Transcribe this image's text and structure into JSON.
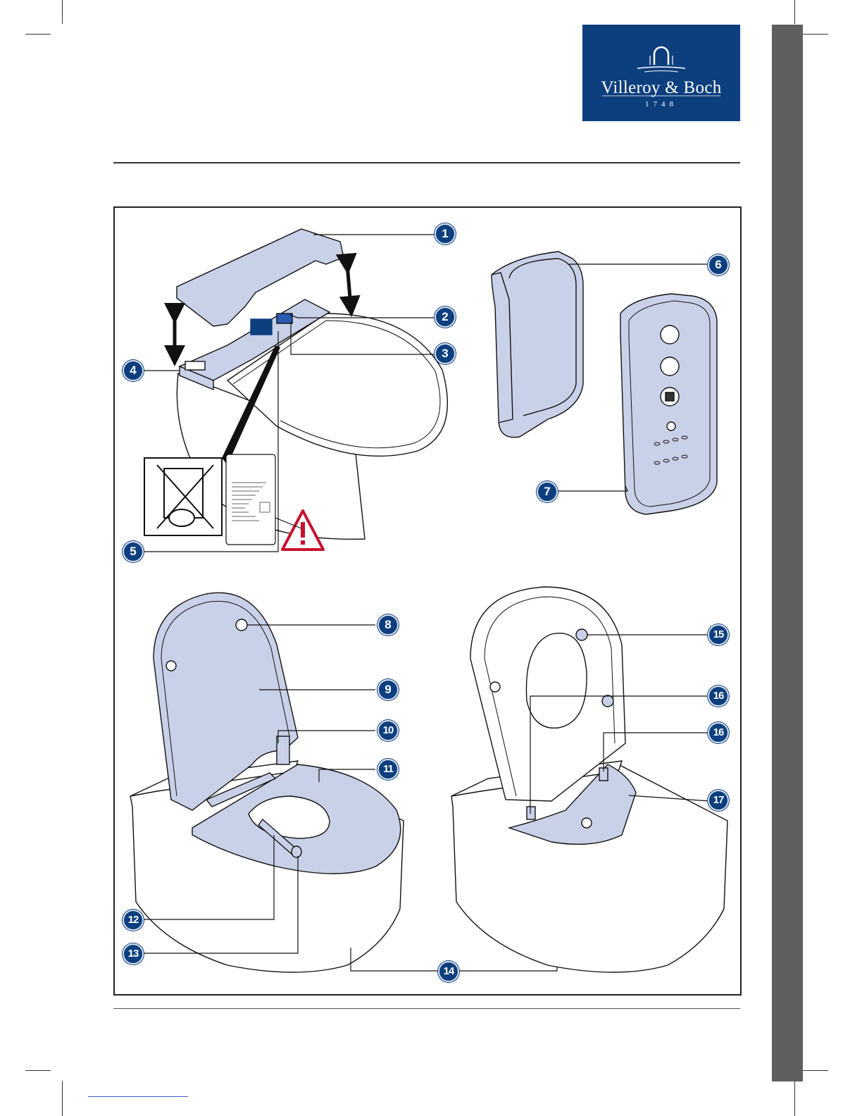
{
  "brand": {
    "name": "Villeroy & Boch",
    "year": "1748",
    "color": "#0d3f7f"
  },
  "icons": {
    "logo_mark": "bath-arch-icon",
    "warning": "warning-triangle-icon",
    "no_flush": "no-flush-paper-icon",
    "arrows": "up-down-arrow-icon"
  },
  "callouts": [
    {
      "label": "1"
    },
    {
      "label": "2"
    },
    {
      "label": "3"
    },
    {
      "label": "4"
    },
    {
      "label": "5"
    },
    {
      "label": "6"
    },
    {
      "label": "7"
    },
    {
      "label": "8"
    },
    {
      "label": "9"
    },
    {
      "label": "10"
    },
    {
      "label": "11"
    },
    {
      "label": "12"
    },
    {
      "label": "13"
    },
    {
      "label": "14"
    },
    {
      "label": "15"
    },
    {
      "label": "16"
    },
    {
      "label": "16"
    },
    {
      "label": "17"
    }
  ],
  "colors": {
    "part_fill": "#c9d1e8",
    "warning_red": "#c8102e",
    "sidebar": "#5f5f5f"
  }
}
